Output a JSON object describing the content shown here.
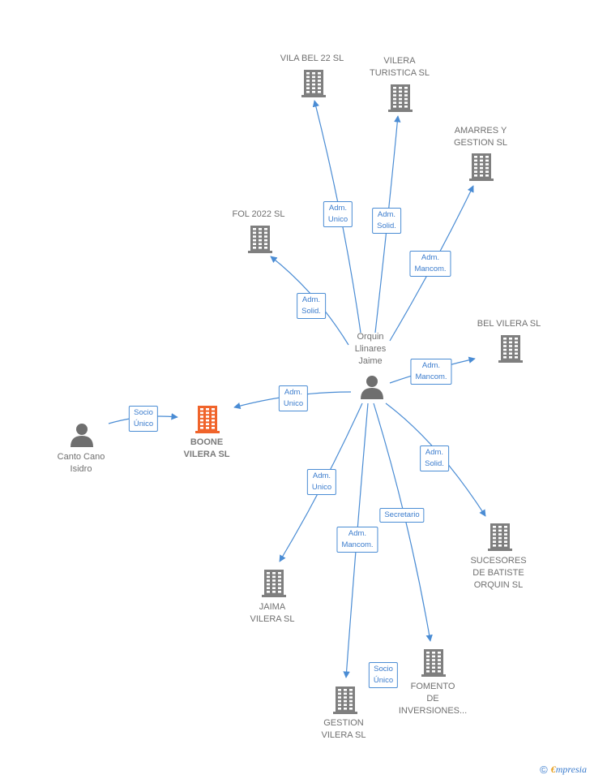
{
  "colors": {
    "edge": "#4a8cd4",
    "building": "#7f7f7f",
    "building_highlight": "#f0642b",
    "person": "#6f6f6f"
  },
  "center_person": {
    "label": "Orquin\nLlinares\nJaime"
  },
  "other_person": {
    "label": "Canto Cano\nIsidro"
  },
  "highlight_company": {
    "label": "BOONE\nVILERA  SL"
  },
  "companies": [
    {
      "id": "vila-bel",
      "label": "VILA BEL 22  SL",
      "role": "Adm.\nUnico"
    },
    {
      "id": "vilera-turistica",
      "label": "VILERA\nTURISTICA  SL",
      "role": "Adm.\nSolid."
    },
    {
      "id": "amarres",
      "label": "AMARRES Y\nGESTION SL",
      "role": "Adm.\nMancom."
    },
    {
      "id": "fol",
      "label": "FOL 2022  SL",
      "role": "Adm.\nSolid."
    },
    {
      "id": "bel-vilera",
      "label": "BEL VILERA  SL",
      "role": "Adm.\nMancom."
    },
    {
      "id": "sucesores",
      "label": "SUCESORES\nDE BATISTE\nORQUIN  SL",
      "role": "Adm.\nSolid."
    },
    {
      "id": "jaima",
      "label": "JAIMA\nVILERA  SL",
      "role": "Adm.\nUnico"
    },
    {
      "id": "gestion",
      "label": "GESTION\nVILERA  SL",
      "role": "Adm.\nMancom."
    },
    {
      "id": "fomento",
      "label": "FOMENTO\nDE\nINVERSIONES...",
      "role": "Secretario"
    }
  ],
  "center_to_highlight_role": "Adm.\nUnico",
  "other_person_role": "Socio\nÚnico",
  "gestion_to_fomento_role": "Socio\nÚnico",
  "footer": {
    "copyright": "©",
    "brand_first": "€",
    "brand_rest": "mpresia"
  }
}
